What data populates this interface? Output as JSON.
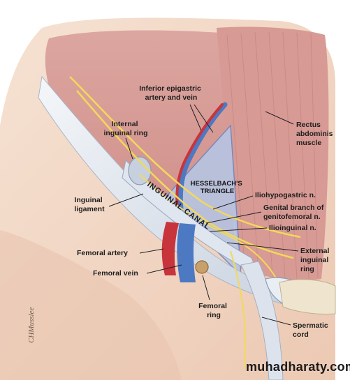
{
  "labels": {
    "inferior_epigastric": [
      "Inferior epigastric",
      "artery and vein"
    ],
    "internal_ring": [
      "Internal",
      "inguinal ring"
    ],
    "rectus": [
      "Rectus",
      "abdominis",
      "muscle"
    ],
    "hesselbach": [
      "HESSELBACH'S",
      "TRIANGLE"
    ],
    "inguinal_canal": "INGUINAL CANAL",
    "iliohypogastric": "Iliohypogastric n.",
    "genital_branch": [
      "Genital branch of",
      "genitofemoral n."
    ],
    "ilioinguinal": "Ilioinguinal n.",
    "inguinal_ligament": [
      "Inguinal",
      "ligament"
    ],
    "femoral_artery": "Femoral artery",
    "femoral_vein": "Femoral vein",
    "external_ring": [
      "External",
      "inguinal",
      "ring"
    ],
    "femoral_ring": [
      "Femoral",
      "ring"
    ],
    "spermatic_cord": [
      "Spermatic",
      "cord"
    ]
  },
  "signature": "CHMusslee",
  "watermark": "muhadharaty.com",
  "colors": {
    "skin": "#f1d8c6",
    "muscle": "#d99b96",
    "muscle_dark": "#c97f7c",
    "artery": "#c8343b",
    "vein": "#4c79c2",
    "nerve": "#f2d95a",
    "fascia": "#e7ecf3",
    "triangle": "#b7c5e3"
  }
}
